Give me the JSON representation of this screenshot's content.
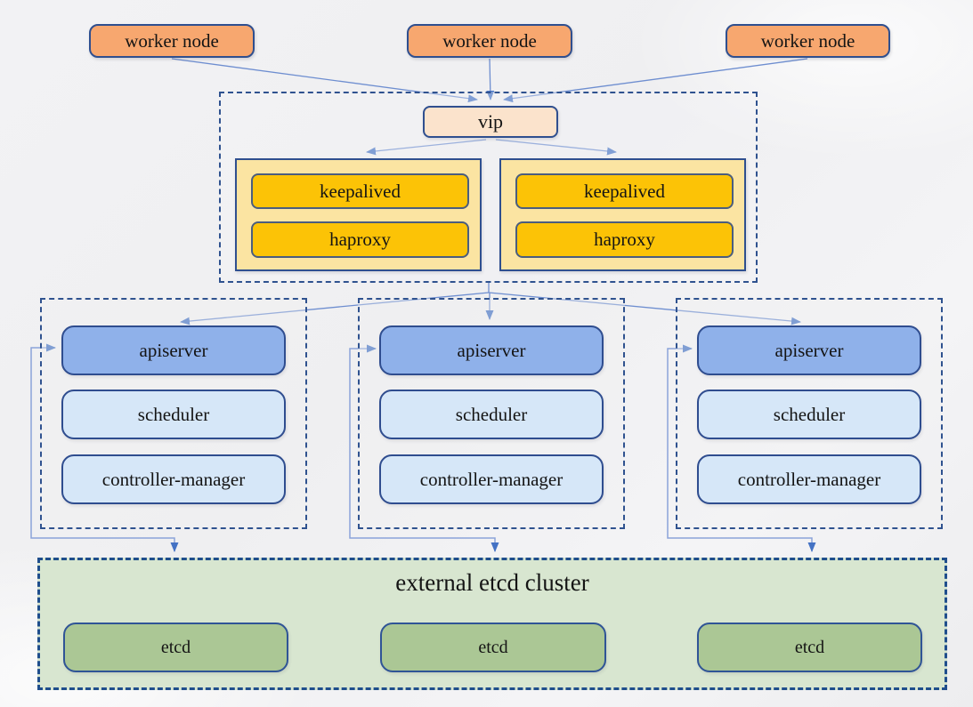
{
  "diagram": {
    "worker_nodes": [
      {
        "label": "worker node"
      },
      {
        "label": "worker node"
      },
      {
        "label": "worker node"
      }
    ],
    "vip": {
      "label": "vip"
    },
    "lb_groups": [
      {
        "keepalived": "keepalived",
        "haproxy": "haproxy"
      },
      {
        "keepalived": "keepalived",
        "haproxy": "haproxy"
      }
    ],
    "masters": [
      {
        "apiserver": "apiserver",
        "scheduler": "scheduler",
        "controller_manager": "controller-manager"
      },
      {
        "apiserver": "apiserver",
        "scheduler": "scheduler",
        "controller_manager": "controller-manager"
      },
      {
        "apiserver": "apiserver",
        "scheduler": "scheduler",
        "controller_manager": "controller-manager"
      }
    ],
    "etcd_cluster": {
      "title": "external etcd cluster",
      "nodes": [
        {
          "label": "etcd"
        },
        {
          "label": "etcd"
        },
        {
          "label": "etcd"
        }
      ]
    },
    "colors": {
      "worker_fill": "#f7a76f",
      "vip_fill": "#fbe3cc",
      "lb_group_fill": "#fbe4a2",
      "lb_item_fill": "#fcc306",
      "apiserver_fill": "#8fb1ea",
      "component_fill": "#d6e7f8",
      "etcd_cluster_fill": "#d8e6d0",
      "etcd_fill": "#abc795",
      "border_navy": "#2f4f8f",
      "dashed_border": "#2f528f",
      "connector_line": "#6e8ed0",
      "arrowhead": "#4472c4"
    }
  }
}
